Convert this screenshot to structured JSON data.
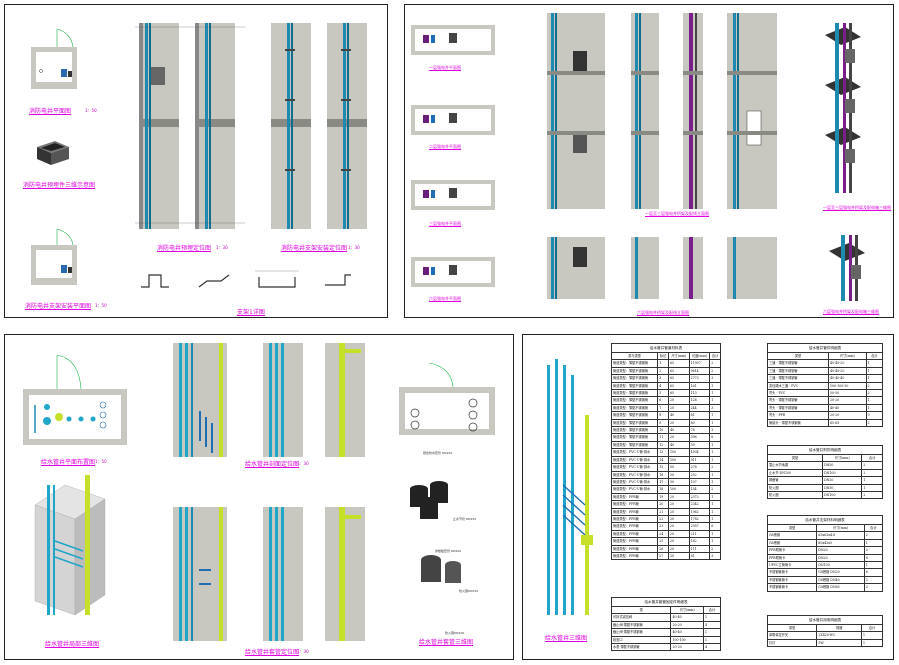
{
  "colors": {
    "magenta": "#e000e0",
    "pipe_blue": "#1fa6c8",
    "pipe_green": "#c6e02a",
    "wall": "#c8c8c0",
    "dark": "#444"
  },
  "panel_tl": {
    "caption_plan": "消防电井平面图",
    "scale_plan": "1：50",
    "caption_3d": "消防电井预埋件三维示意图",
    "caption_support": "消防电井支架安装平面图",
    "scale_support": "1：50",
    "caption_elev": "消防电井预埋定位图",
    "scale_elev": "1：30",
    "caption_support_elev": "消防电井支架安装定位图",
    "scale_support_elev": "1：30",
    "caption_bracket": "支架1详图"
  },
  "panel_tr": {
    "caption_p1": "一层强电井平面图",
    "caption_p2": "二层强电井平面图",
    "caption_p3": "三层强电井平面图",
    "caption_p4": "六层强电井平面图",
    "caption_e1": "一层至三层强电井桥架及配线立面图",
    "caption_e2": "六层强电井桥架及配线立面图",
    "caption_3d1": "一层至三层强电井桥架及配电箱三维图",
    "caption_3d2": "六层强电井桥架及配电箱三维图"
  },
  "panel_bl": {
    "caption_plan": "给水管井平面布置图",
    "scale_plan": "1：50",
    "caption_sec": "给水管井剖面定位图",
    "scale_sec": "1：30",
    "caption_def": "给水管井套管定位图",
    "scale_def": "1：30",
    "caption_3d": "给水管井局部三维图",
    "caption_sleeve": "给水管井套管三维图",
    "sleeve_labels": [
      "刚性防水套管 DN150",
      "止水节管 DN150",
      "穿楼板套管 DN100",
      "防火圈DN150",
      "防火圈DN100"
    ]
  },
  "panel_br": {
    "caption_3d": "给水管井三维图",
    "table_pipe": {
      "title": "给水管井管道材料表",
      "headers": [
        "类与类型",
        "标记",
        "尺寸(mm)",
        "长度(mm)",
        "合计"
      ],
      "rows": [
        [
          "管道类型：薄壁不锈钢管",
          "1",
          "65",
          "11907",
          "2"
        ],
        [
          "管道类型：薄壁不锈钢管",
          "2",
          "65",
          "9614",
          "2"
        ],
        [
          "管道类型：薄壁不锈钢管",
          "3",
          "65",
          "2773",
          "3"
        ],
        [
          "管道类型：薄壁不锈钢管",
          "4",
          "65",
          "161",
          "1"
        ],
        [
          "管道类型：薄壁不锈钢管",
          "5",
          "65",
          "113",
          "1"
        ],
        [
          "管道类型：薄壁不锈钢管",
          "6",
          "20",
          "128",
          "1"
        ],
        [
          "管道类型：薄壁不锈钢管",
          "7",
          "20",
          "244",
          "3"
        ],
        [
          "管道类型：薄壁不锈钢管",
          "8",
          "40",
          "81",
          "1"
        ],
        [
          "管道类型：薄壁不锈钢管",
          "9",
          "20",
          "80",
          "1"
        ],
        [
          "管道类型：薄壁不锈钢管",
          "10",
          "40",
          "78",
          "3"
        ],
        [
          "管道类型：薄壁不锈钢管",
          "11",
          "20",
          "398",
          "6"
        ],
        [
          "管道类型：薄壁不锈钢管",
          "12",
          "40",
          "39",
          "1"
        ],
        [
          "管道类型：PVC-U管-排水",
          "13",
          "100",
          "1504",
          "1"
        ],
        [
          "管道类型：PVC-U管-排水",
          "14",
          "100",
          "911",
          "1"
        ],
        [
          "管道类型：PVC-U管-排水",
          "15",
          "50",
          "278",
          "2"
        ],
        [
          "管道类型：PVC-U管-排水",
          "16",
          "50",
          "252",
          "1"
        ],
        [
          "管道类型：PVC-U管-排水",
          "17",
          "50",
          "107",
          "1"
        ],
        [
          "管道类型：PVC-U管-排水",
          "18",
          "100",
          "154",
          "2"
        ],
        [
          "管道类型：PPR管",
          "19",
          "20",
          "2372",
          "1"
        ],
        [
          "管道类型：PPR管",
          "20",
          "20",
          "2342",
          "1"
        ],
        [
          "管道类型：PPR管",
          "21",
          "20",
          "1962",
          "1"
        ],
        [
          "管道类型：PPR管",
          "22",
          "20",
          "1782",
          "1"
        ],
        [
          "管道类型：PPR管",
          "23",
          "20",
          "2957",
          "6"
        ],
        [
          "管道类型：PPR管",
          "24",
          "20",
          "211",
          "1"
        ],
        [
          "管道类型：PPR管",
          "25",
          "20",
          "162",
          "1"
        ],
        [
          "管道类型：PPR管",
          "26",
          "20",
          "111",
          "2"
        ],
        [
          "管道类型：PPR管",
          "27",
          "20",
          "61",
          "3"
        ]
      ]
    },
    "table_fit": {
      "title": "给水管井管件明细表",
      "headers": [
        "类型",
        "尺寸(mm)",
        "合计"
      ],
      "rows": [
        [
          "三通 - 薄壁不锈钢管",
          "40-40-20",
          "1"
        ],
        [
          "三通 - 薄壁不锈钢管",
          "40-40-20",
          "1"
        ],
        [
          "三通 - 薄壁不锈钢管",
          "40-40-40",
          "1"
        ],
        [
          "变径顺水三通 - PVC",
          "100-100-50",
          "2"
        ],
        [
          "弯头 - PVC",
          "50-50",
          "2"
        ],
        [
          "弯头 - 薄壁不锈钢管",
          "20-20",
          "1"
        ],
        [
          "弯头 - 薄壁不锈钢管",
          "40-40",
          "1"
        ],
        [
          "弯头 - PPR",
          "20-20",
          "9"
        ],
        [
          "管接头 - 薄壁不锈钢管",
          "65-65",
          "2"
        ]
      ]
    },
    "table_acc": {
      "title": "给水管井附件明细表",
      "headers": [
        "类型",
        "尺寸(mm)",
        "合计"
      ],
      "rows": [
        [
          "雪止水节地漏",
          "DN50",
          "2"
        ],
        [
          "止水节-DN100",
          "DN100",
          "2"
        ],
        [
          "铜截管",
          "DN20",
          "1"
        ],
        [
          "防火圈",
          "DN50",
          "1"
        ],
        [
          "防火圈",
          "DN100",
          "2"
        ]
      ]
    },
    "table_sup": {
      "title": "给水管井支架材料明细表",
      "headers": [
        "类型",
        "尺寸(mm)",
        "合计"
      ],
      "rows": [
        [
          "G8槽钢",
          "63x63x4.8",
          "2"
        ],
        [
          "G8槽钢",
          "80x43x5",
          "1"
        ],
        [
          "PPR附管卡",
          "DN20",
          "3"
        ],
        [
          "PPR附管卡",
          "DN20",
          "8"
        ],
        [
          "UPVC立管管卡",
          "DN100",
          "1"
        ],
        [
          "不锈钢管管卡",
          "G8槽钢 DN20",
          "6"
        ],
        [
          "不锈钢管管卡",
          "G8槽钢 DN40",
          "2"
        ],
        [
          "不锈钢管管卡",
          "G8槽钢 DN65",
          "3"
        ]
      ]
    },
    "table_el": {
      "title": "给水管井用电明细表",
      "headers": [
        "类型",
        "规格",
        "合计"
      ],
      "rows": [
        [
          "单联单控开关",
          "2X420-WC",
          "1"
        ],
        [
          "灯灯",
          "5W",
          "1"
        ]
      ]
    },
    "table_sleeve": {
      "title": "给水管井套管固定件明细表",
      "headers": [
        "类",
        "尺寸(mm)",
        "合计"
      ],
      "rows": [
        [
          "可拆式减压阀",
          "40-40",
          "1"
        ],
        [
          "截止阀-薄壁不锈钢管",
          "20-20",
          "4"
        ],
        [
          "截止阀-薄壁不锈钢管",
          "40-40",
          "1"
        ],
        [
          "检查口",
          "100-100",
          "1"
        ],
        [
          "水表-薄壁不锈钢管",
          "20-20",
          "4"
        ]
      ]
    }
  }
}
